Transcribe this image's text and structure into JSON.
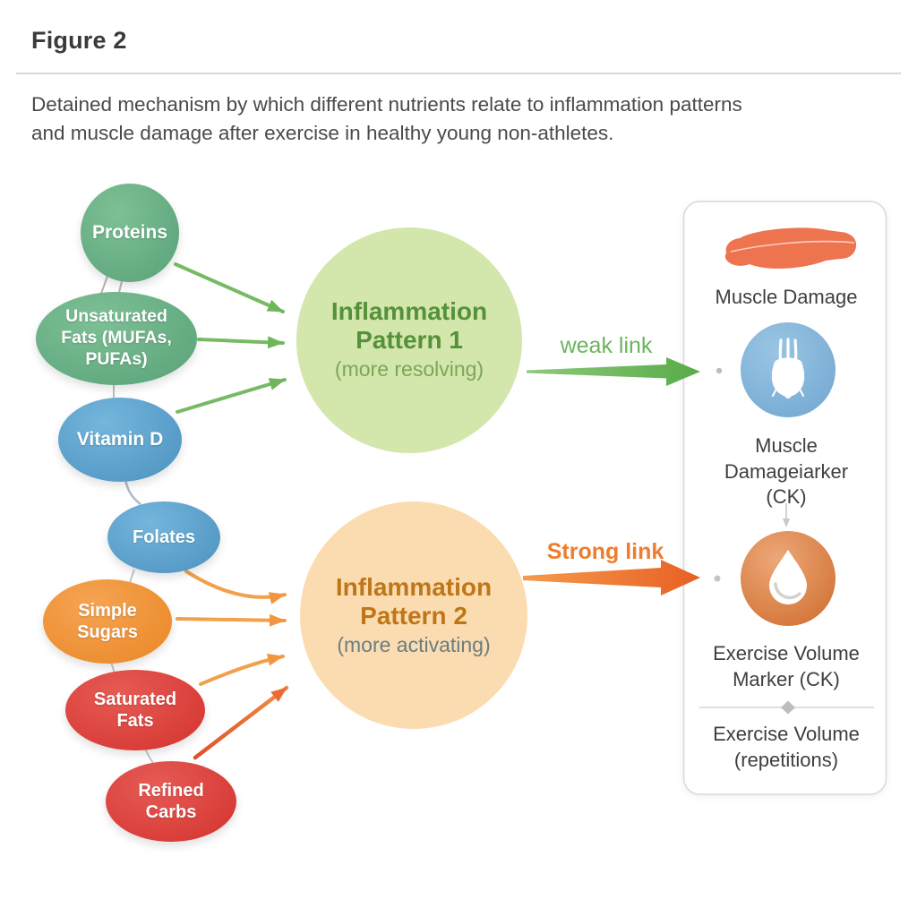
{
  "figure": {
    "title": "Figure 2",
    "caption_line1": "Detained mechanism by which different nutrients relate to inflammation patterns",
    "caption_line2": "and muscle damage after exercise in healthy young non-athletes."
  },
  "nutrients": [
    {
      "id": "proteins",
      "label": "Proteins",
      "group": "green"
    },
    {
      "id": "unsaturated-fats",
      "label": "Unsaturated Fats (MUFAs, PUFAs)",
      "group": "green"
    },
    {
      "id": "vitamin-d",
      "label": "Vitamin D",
      "group": "blue"
    },
    {
      "id": "folates",
      "label": "Folates",
      "group": "blue"
    },
    {
      "id": "simple-sugars",
      "label": "Simple Sugars",
      "group": "orange"
    },
    {
      "id": "saturated-fats",
      "label": "Saturated Fats",
      "group": "red"
    },
    {
      "id": "refined-carbs",
      "label": "Refined Carbs",
      "group": "red"
    }
  ],
  "patterns": [
    {
      "title": "Inflammation Pattern 1",
      "subtitle": "(more resolving)"
    },
    {
      "title": "Inflammation Pattern 2",
      "subtitle": "(more activating)"
    }
  ],
  "links": [
    {
      "label": "weak link",
      "strength": "weak"
    },
    {
      "label": "Strong link",
      "strength": "strong"
    }
  ],
  "outcome_panel": {
    "muscle_damage_label": "Muscle Damage",
    "muscle_damage_marker_label": "Muscle Damageiarker (CK)",
    "exercise_volume_marker_label": "Exercise Volume Marker (CK)",
    "exercise_volume_label": "Exercise Volume (repetitions)",
    "icons": [
      "muscle-icon",
      "muscle-fiber-icon",
      "droplet-icon"
    ]
  },
  "colors": {
    "green_node": "#69b084",
    "blue_node": "#5fa4cf",
    "orange_node": "#f0953f",
    "red_node": "#dd4440",
    "pattern1_fill": "#d3e6ab",
    "pattern1_text": "#55913b",
    "pattern2_fill": "#fbdcb0",
    "pattern2_text": "#bf7619",
    "weak_link": "#6cb85c",
    "strong_link": "#ed6f2d",
    "muscle_icon": "#ee7450",
    "blue_marker": "#7fb2d6",
    "orange_marker": "#d9803f"
  }
}
